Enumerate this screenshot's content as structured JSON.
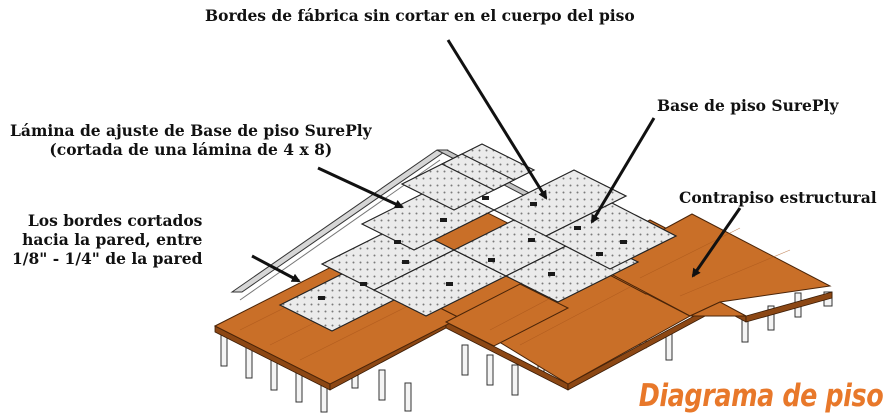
{
  "labels": {
    "top": "Bordes de fábrica sin cortar en el cuerpo del piso",
    "base": "Base de piso SurePly",
    "ajuste_line1": "Lámina de ajuste de Base de piso SurePly",
    "ajuste_line2": "(cortada de una lámina de 4 x 8)",
    "contrapiso": "Contrapiso estructural",
    "bordes_line1": "Los bordes cortados",
    "bordes_line2": "hacia la pared, entre",
    "bordes_line3": "1/8\" - 1/4\" de la pared"
  },
  "title": "Diagrama de piso",
  "colors": {
    "subfloor": "#c96f28",
    "subfloor_dark": "#9a4f17",
    "panel": "#e6e6e6",
    "wall": "#d0d0d0",
    "joist": "#f2f2f2",
    "title": "#e8782a"
  }
}
